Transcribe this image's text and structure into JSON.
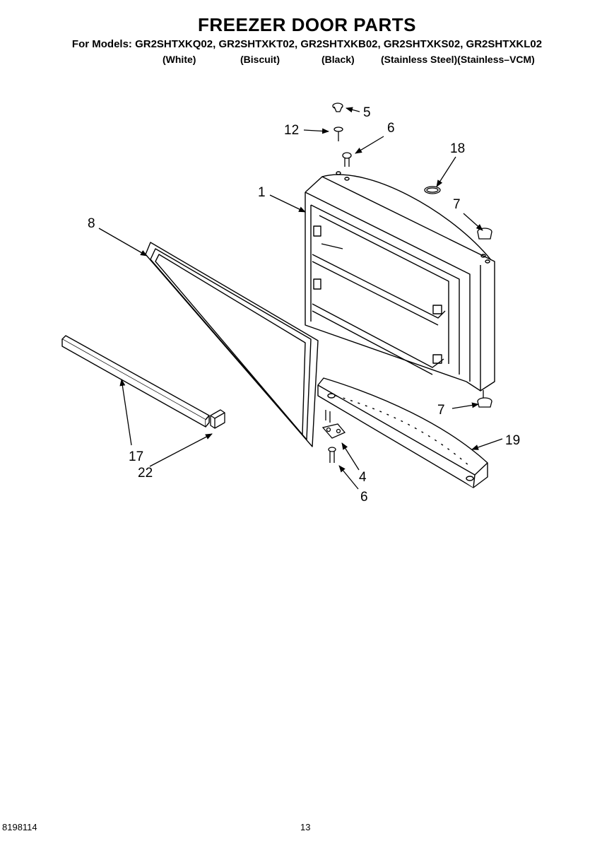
{
  "header": {
    "title": "FREEZER DOOR PARTS",
    "models_line": "For Models: GR2SHTXKQ02, GR2SHTXKT02, GR2SHTXKB02, GR2SHTXKS02, GR2SHTXKL02",
    "variants": [
      "(White)",
      "(Biscuit)",
      "(Black)",
      "(Stainless Steel)(Stainless–VCM)"
    ]
  },
  "callouts": {
    "c1": "1",
    "c4": "4",
    "c5": "5",
    "c6a": "6",
    "c6b": "6",
    "c7a": "7",
    "c7b": "7",
    "c8": "8",
    "c12": "12",
    "c17": "17",
    "c18": "18",
    "c19": "19",
    "c22": "22"
  },
  "footer": {
    "doc_number": "8198114",
    "page_number": "13"
  }
}
